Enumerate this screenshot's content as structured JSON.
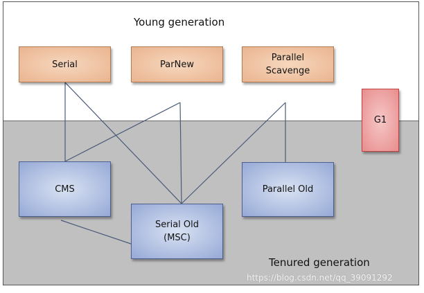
{
  "regions": {
    "young_label": "Young generation",
    "tenured_label": "Tenured generation"
  },
  "collectors": {
    "serial": "Serial",
    "parnew": "ParNew",
    "parallel_scavenge_line1": "Parallel",
    "parallel_scavenge_line2": "Scavenge",
    "g1": "G1",
    "cms": "CMS",
    "serial_old_line1": "Serial Old",
    "serial_old_line2": "(MSC)",
    "parallel_old": "Parallel Old"
  },
  "connections": [
    {
      "from": "Serial",
      "to": "CMS"
    },
    {
      "from": "Serial",
      "to": "Serial Old (MSC)"
    },
    {
      "from": "ParNew",
      "to": "CMS"
    },
    {
      "from": "ParNew",
      "to": "Serial Old (MSC)"
    },
    {
      "from": "Parallel Scavenge",
      "to": "Serial Old (MSC)"
    },
    {
      "from": "Parallel Scavenge",
      "to": "Parallel Old"
    },
    {
      "from": "CMS",
      "to": "Serial Old (MSC)"
    }
  ],
  "colors": {
    "young_box": "#eab48f",
    "tenured_box": "#96a9d6",
    "g1_box": "#e88d8d",
    "tenured_background": "#c0c0c0",
    "line": "#4a5a78"
  },
  "watermark": "https://blog.csdn.net/qq_39091292"
}
